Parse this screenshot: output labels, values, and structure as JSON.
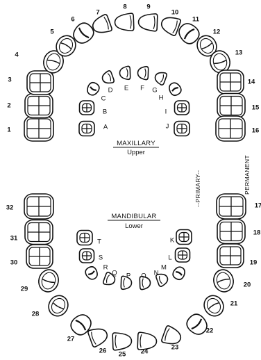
{
  "titles": {
    "maxillary": "MAXILLARY",
    "upper": "Upper",
    "mandibular": "MANDIBULAR",
    "lower": "Lower",
    "primary": "--PRIMARY--",
    "permanent": "PERMANENT"
  },
  "permanent_teeth": {
    "upper": [
      "1",
      "2",
      "3",
      "4",
      "5",
      "6",
      "7",
      "8",
      "9",
      "10",
      "11",
      "12",
      "13",
      "14",
      "15",
      "16"
    ],
    "lower": [
      "17",
      "18",
      "19",
      "20",
      "21",
      "22",
      "23",
      "24",
      "25",
      "26",
      "27",
      "28",
      "29",
      "30",
      "31",
      "32"
    ]
  },
  "primary_teeth": {
    "upper": [
      "A",
      "B",
      "C",
      "D",
      "E",
      "F",
      "G",
      "H",
      "I",
      "J"
    ],
    "lower": [
      "K",
      "L",
      "M",
      "N",
      "O",
      "P",
      "Q",
      "R",
      "S",
      "T"
    ]
  }
}
